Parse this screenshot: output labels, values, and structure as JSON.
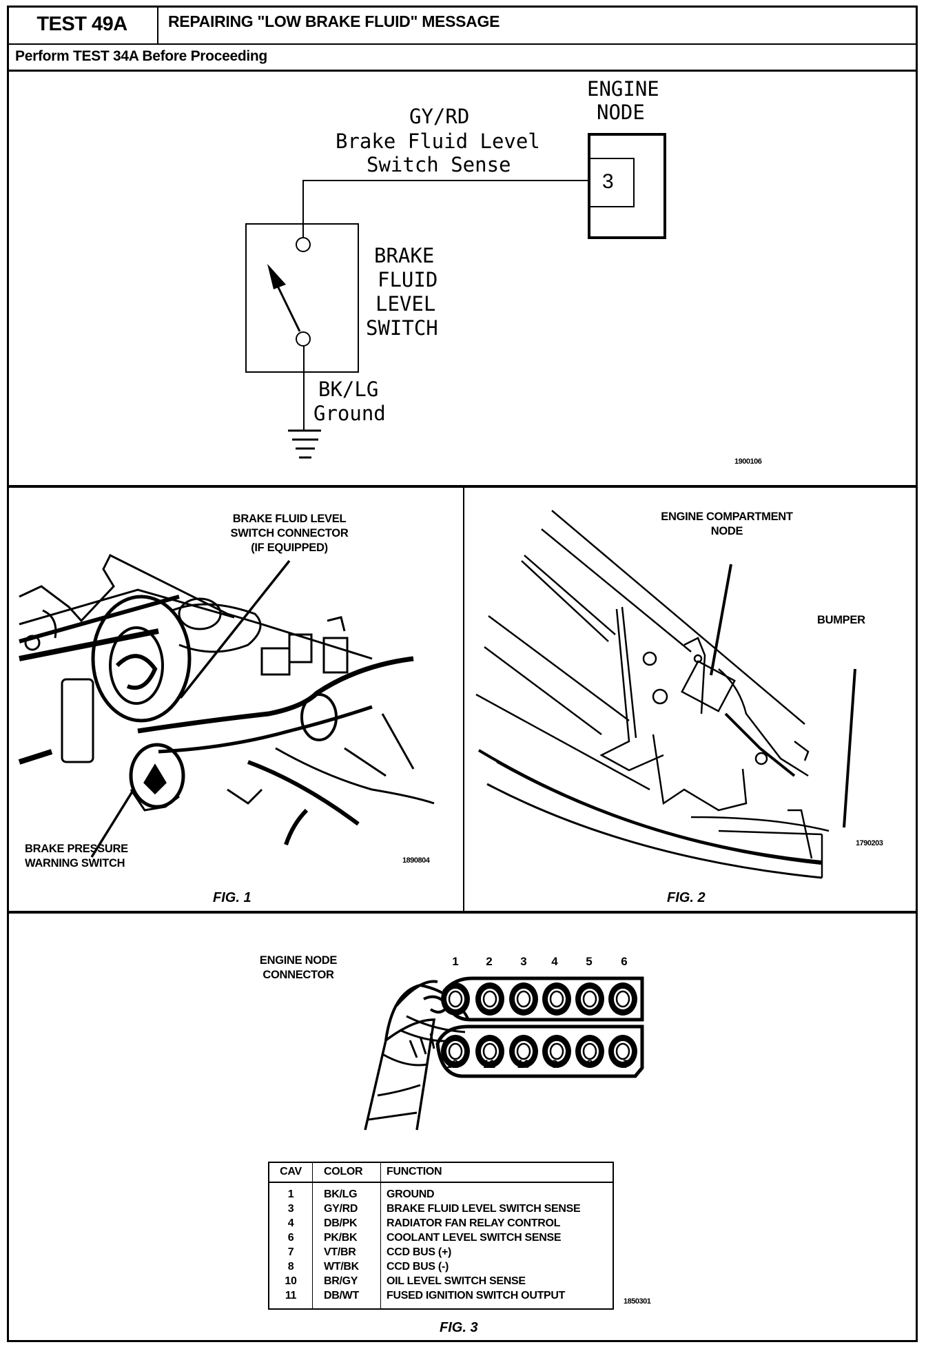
{
  "header": {
    "test_id": "TEST 49A",
    "title": "REPAIRING \"LOW BRAKE FLUID\" MESSAGE",
    "prerequisite": "Perform TEST 34A Before Proceeding"
  },
  "schematic": {
    "wire_top_color": "GY/RD",
    "wire_top_function_line1": "Brake Fluid Level",
    "wire_top_function_line2": "Switch Sense",
    "node_label_line1": "ENGINE",
    "node_label_line2": "NODE",
    "node_pin": "3",
    "switch_label_line1": "BRAKE",
    "switch_label_line2": "FLUID",
    "switch_label_line3": "LEVEL",
    "switch_label_line4": "SWITCH",
    "wire_bottom_color": "BK/LG",
    "wire_bottom_function": "Ground",
    "ref_number": "1900106"
  },
  "fig1": {
    "callout_top_line1": "BRAKE FLUID LEVEL",
    "callout_top_line2": "SWITCH CONNECTOR",
    "callout_top_line3": "(IF EQUIPPED)",
    "callout_bottom_line1": "BRAKE PRESSURE",
    "callout_bottom_line2": "WARNING SWITCH",
    "ref_number": "1890804",
    "caption": "FIG. 1"
  },
  "fig2": {
    "callout_node_line1": "ENGINE COMPARTMENT",
    "callout_node_line2": "NODE",
    "callout_bumper": "BUMPER",
    "ref_number": "1790203",
    "caption": "FIG. 2"
  },
  "fig3": {
    "connector_label_line1": "ENGINE NODE",
    "connector_label_line2": "CONNECTOR",
    "top_row_pins": [
      "1",
      "2",
      "3",
      "4",
      "5",
      "6"
    ],
    "bottom_row_pins": [
      "12",
      "11",
      "10",
      "9",
      "8",
      "7"
    ],
    "table": {
      "headers": [
        "CAV",
        "COLOR",
        "FUNCTION"
      ],
      "rows": [
        [
          "1",
          "BK/LG",
          "GROUND"
        ],
        [
          "3",
          "GY/RD",
          "BRAKE FLUID LEVEL SWITCH SENSE"
        ],
        [
          "4",
          "DB/PK",
          "RADIATOR FAN RELAY CONTROL"
        ],
        [
          "6",
          "PK/BK",
          "COOLANT LEVEL SWITCH SENSE"
        ],
        [
          "7",
          "VT/BR",
          "CCD BUS (+)"
        ],
        [
          "8",
          "WT/BK",
          "CCD BUS (-)"
        ],
        [
          "10",
          "BR/GY",
          "OIL LEVEL SWITCH SENSE"
        ],
        [
          "11",
          "DB/WT",
          "FUSED IGNITION SWITCH OUTPUT"
        ]
      ]
    },
    "ref_number": "1850301",
    "caption": "FIG. 3"
  }
}
